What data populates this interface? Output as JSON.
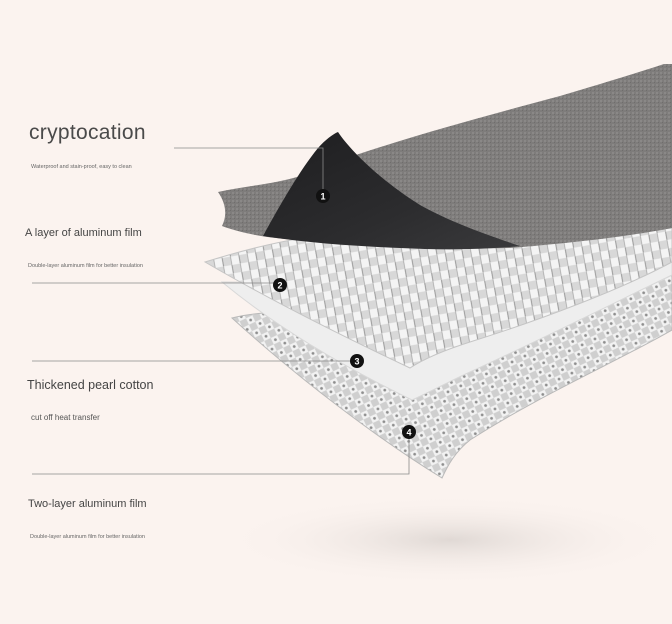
{
  "layers": [
    {
      "number": "1",
      "title": "cryptocation",
      "desc": "Waterproof and stain-proof, easy to clean"
    },
    {
      "number": "2",
      "title": "A layer of aluminum film",
      "desc": "Double-layer aluminum film for better insulation"
    },
    {
      "number": "3",
      "title": "Thickened pearl cotton",
      "desc": "cut off heat transfer"
    },
    {
      "number": "4",
      "title": "Two-layer aluminum film",
      "desc": "Double-layer aluminum film for better insulation"
    }
  ],
  "colors": {
    "background": "#fbf3ef",
    "fabric": "#7d7b7a",
    "backing": "#2a2a2c",
    "foil": "#d9d9d9",
    "pearl_cotton": "#eeeeee",
    "badge": "#111111"
  }
}
